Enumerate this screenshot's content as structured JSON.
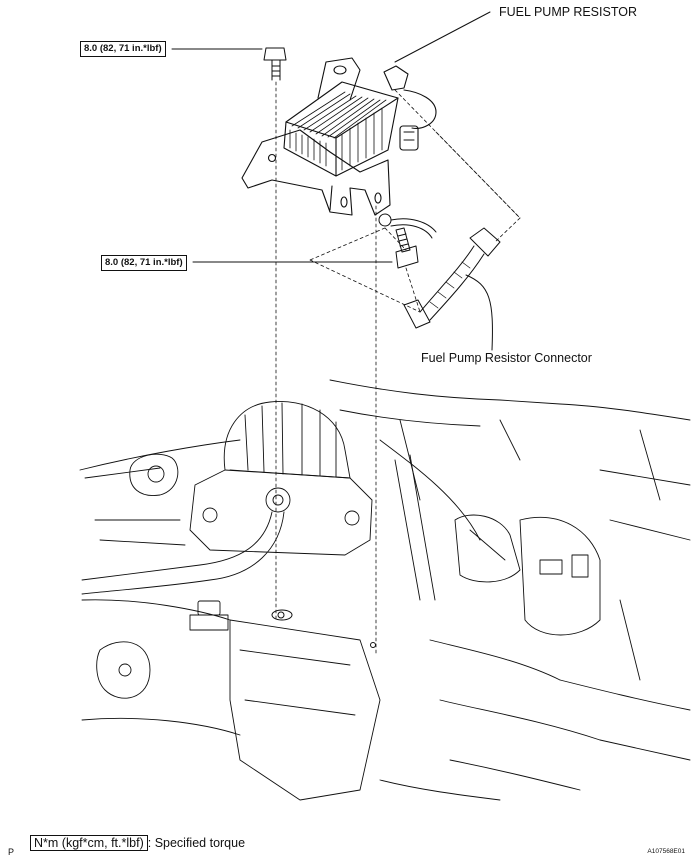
{
  "callouts": {
    "fuel_pump_resistor": "FUEL PUMP RESISTOR",
    "torque_top": "8.0 (82, 71 in.*lbf)",
    "torque_middle": "8.0 (82, 71 in.*lbf)",
    "connector": "Fuel Pump Resistor Connector"
  },
  "legend": {
    "box_text": "N*m (kgf*cm, ft.*lbf)",
    "description": ": Specified torque"
  },
  "corner_mark": "P",
  "figure_id": "A107568E01"
}
